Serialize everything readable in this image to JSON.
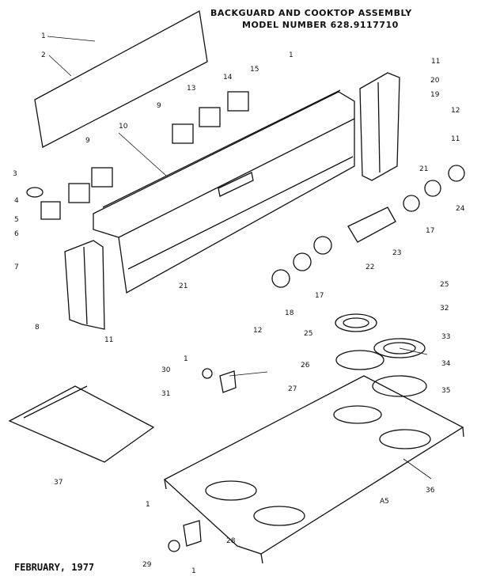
{
  "title_line1": "BACKGUARD AND COOKTOP ASSEMBLY",
  "title_line2": "MODEL NUMBER 628.9117710",
  "footer_date": "FEBRUARY, 1977",
  "model_mark": "A5",
  "callouts": [
    "1",
    "2",
    "3",
    "4",
    "5",
    "6",
    "7",
    "8",
    "9",
    "10",
    "11",
    "12",
    "13",
    "14",
    "15",
    "17",
    "18",
    "19",
    "20",
    "21",
    "22",
    "23",
    "24",
    "25",
    "26",
    "27",
    "28",
    "29",
    "30",
    "31",
    "32",
    "33",
    "34",
    "35",
    "36",
    "37"
  ]
}
